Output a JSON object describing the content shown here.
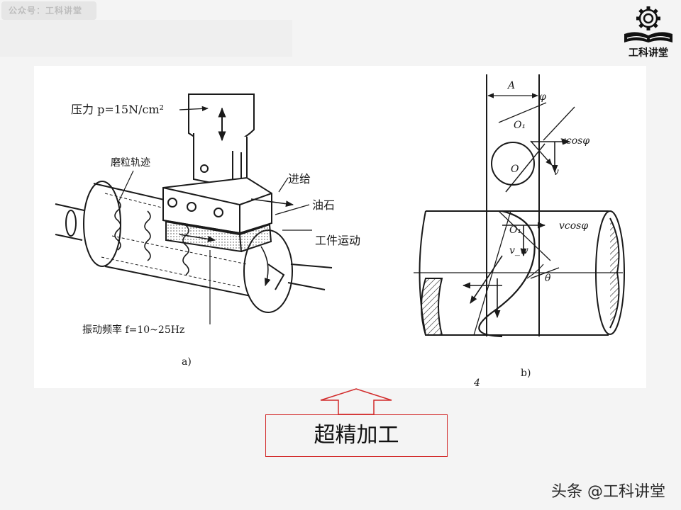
{
  "watermark": {
    "badge": "公众号：工科讲堂",
    "logo_text": "工科讲堂",
    "footer": "头条 @工科讲堂"
  },
  "figure_a": {
    "pressure_label": "压力 p=15N/cm²",
    "grain_track_label": "磨粒轨迹",
    "feed_label": "进给",
    "stone_label": "油石",
    "workpiece_motion_label": "工件运动",
    "frequency_label": "振动频率 f=10~25Hz",
    "caption": "a)"
  },
  "figure_b": {
    "A_label": "A",
    "phi_label": "φ",
    "O1_top_label": "O₁",
    "O_label": "O",
    "vcos_top_label": "vcosφ",
    "v_label": "v",
    "O1_bottom_label": "O₁",
    "vw_label": "v_w",
    "vcos_bottom_label": "vcosφ",
    "theta_label": "θ",
    "caption": "b)",
    "stray_mark": "4"
  },
  "result": {
    "title": "超精加工"
  },
  "colors": {
    "accent_red": "#d22a2a",
    "background": "#f4f4f4",
    "panel": "#ffffff",
    "ink": "#1a1a1a"
  },
  "icons": [
    "gear-book-logo-icon",
    "up-arrow-icon"
  ]
}
